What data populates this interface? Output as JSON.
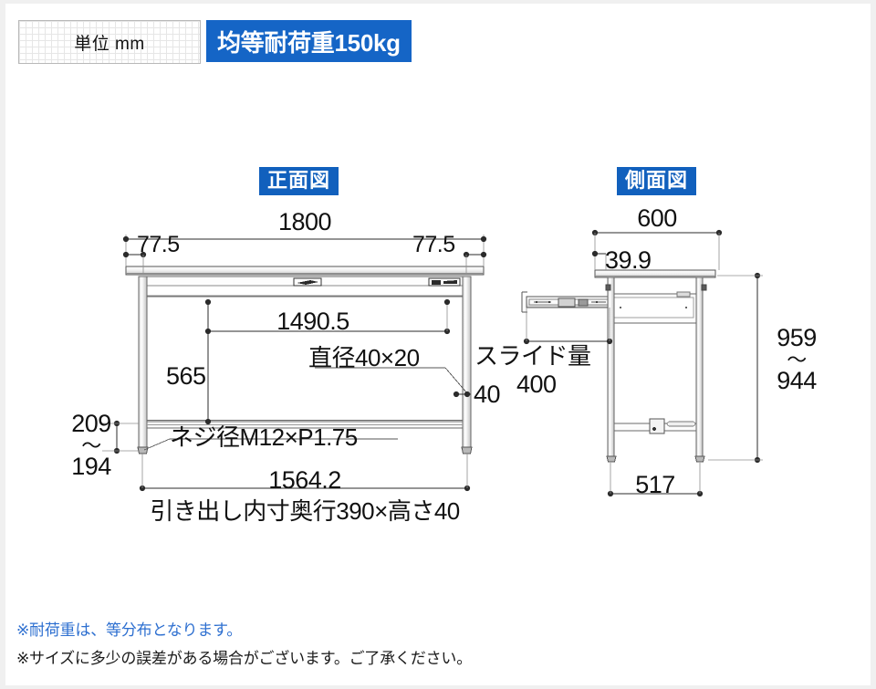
{
  "header": {
    "unit_label": "単位 mm",
    "load_label": "均等耐荷重150kg",
    "accent_color": "#1565c6"
  },
  "views": {
    "front": {
      "badge": "正面図"
    },
    "side": {
      "badge": "側面図"
    }
  },
  "front_view": {
    "dims": {
      "overall_width": "1800",
      "inset_left": "77.5",
      "inset_right": "77.5",
      "drawer_width": "1490.5",
      "height_under_top": "565",
      "shelf_offset": "40",
      "foot_range": "209\n〜\n194",
      "foot_range_top": "209",
      "foot_range_tilde": "〜",
      "foot_range_bottom": "194",
      "leg_span": "1564.2"
    },
    "labels": {
      "diameter": "直径40×20",
      "screw": "ネジ径M12×P1.75",
      "drawer_inner": "引き出し内寸奥行390×高さ40"
    }
  },
  "side_view": {
    "dims": {
      "depth": "600",
      "top_overhang": "39.9",
      "height_range_top": "959",
      "height_range_tilde": "〜",
      "height_range_bottom": "944",
      "foot_span": "517",
      "slide_amount": "400"
    },
    "labels": {
      "slide": "スライド量"
    }
  },
  "notes": {
    "note1": "※耐荷重は、等分布となります。",
    "note2": "※サイズに多少の誤差がある場合がございます。ご了承ください。",
    "note1_color": "#2d6fd0"
  }
}
